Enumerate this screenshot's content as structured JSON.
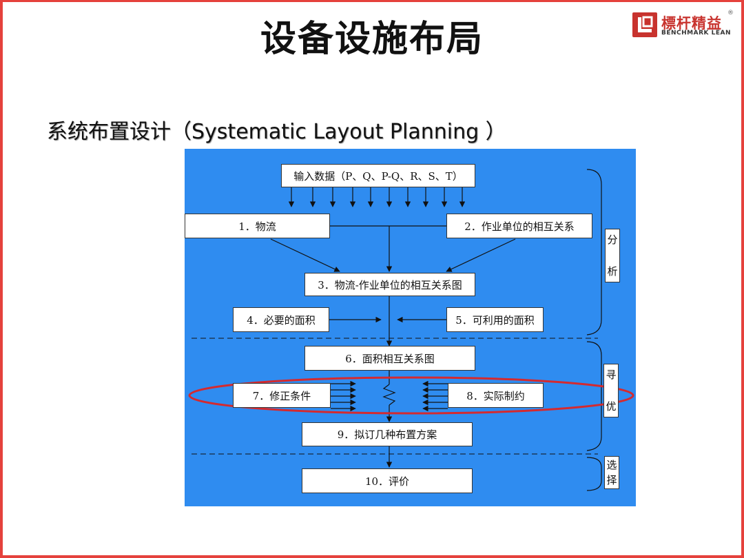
{
  "slide": {
    "title": "设备设施布局",
    "subtitle": "系统布置设计（Systematic Layout Planning ）"
  },
  "logo": {
    "name_cn": "標杆精益",
    "name_en": "BENCHMARK LEAN",
    "reg_mark": "®"
  },
  "diagram": {
    "input": "输入数据（P、Q、P-Q、R、S、T）",
    "steps": [
      "1．物流",
      "2．作业单位的相互关系",
      "3．物流-作业单位的相互关系图",
      "4．必要的面积",
      "5．可利用的面积",
      "6．面积相互关系图",
      "7．修正条件",
      "8．实际制约",
      "9．拟订几种布置方案",
      "10．评价"
    ],
    "phases": [
      {
        "chars": [
          "分",
          "析"
        ]
      },
      {
        "chars": [
          "寻",
          "优"
        ]
      },
      {
        "chars": [
          "选",
          "择"
        ]
      }
    ],
    "highlight_color": "#d42a2f",
    "background_color": "#2f8cf0"
  }
}
